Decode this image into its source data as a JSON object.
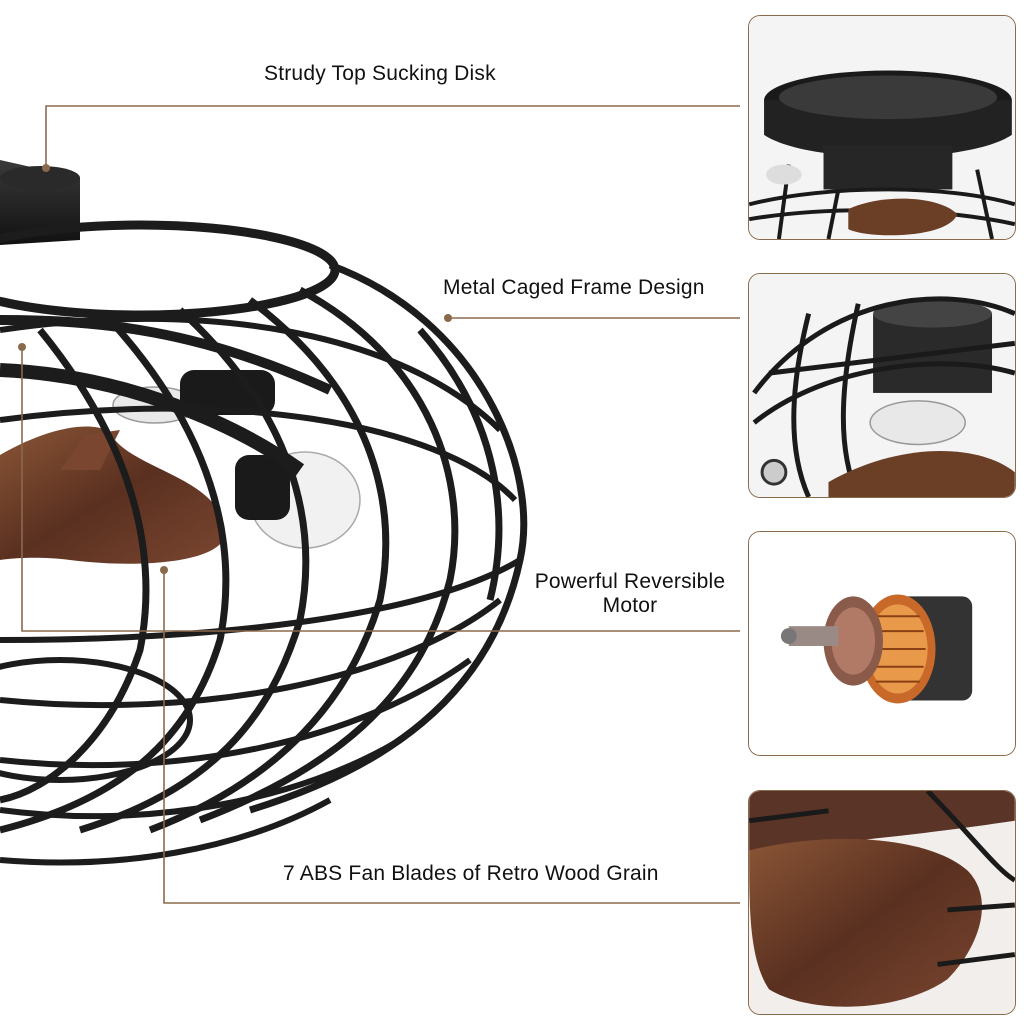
{
  "callouts": {
    "top_disk": "Strudy Top Sucking Disk",
    "frame": "Metal Caged Frame Design",
    "motor_line1": "Powerful Reversible",
    "motor_line2": "Motor",
    "blades": "7 ABS Fan Blades of Retro Wood Grain"
  },
  "colors": {
    "leader_line": "#8a6a4c",
    "metal": "#1c1c1c",
    "wood": "#6b3e26",
    "copper": "#c8692a"
  }
}
